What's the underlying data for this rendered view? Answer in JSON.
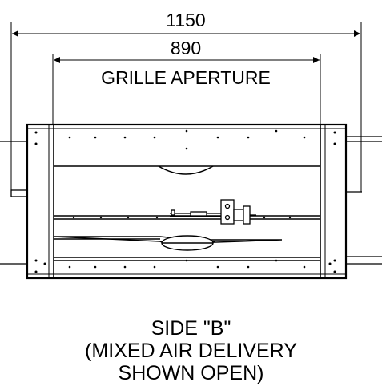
{
  "dimensions": {
    "overall_width": "1150",
    "aperture_width": "890",
    "aperture_label": "GRILLE APERTURE"
  },
  "caption": {
    "line1": "SIDE \"B\"",
    "line2": "(MIXED AIR DELIVERY",
    "line3": "SHOWN OPEN)"
  }
}
